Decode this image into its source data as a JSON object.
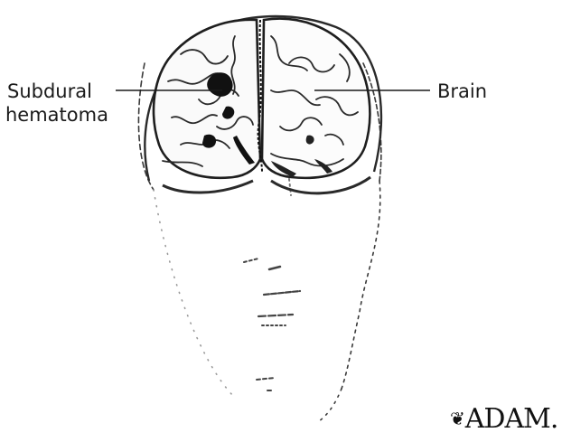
{
  "labels": {
    "subdural_line1": "Subdural",
    "subdural_line2": "hematoma",
    "brain": "Brain"
  },
  "logo": {
    "mark": "❦",
    "text": "ADAM."
  },
  "colors": {
    "ink": "#1a1a1a",
    "hematoma": "#111111",
    "background": "#ffffff"
  }
}
